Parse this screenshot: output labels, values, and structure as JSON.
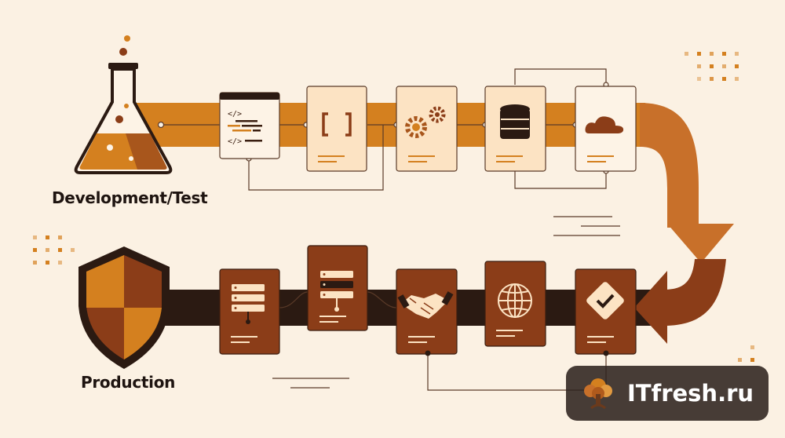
{
  "labels": {
    "development": "Development/Test",
    "production": "Production"
  },
  "watermark": {
    "text": "ITfresh.ru",
    "logo_icon": "tree-logo-icon"
  },
  "pipeline": {
    "development_icon": "flask-icon",
    "production_icon": "shield-icon",
    "development_stages": [
      {
        "icon": "code-editor-icon"
      },
      {
        "icon": "brackets-icon"
      },
      {
        "icon": "gears-icon"
      },
      {
        "icon": "database-icon"
      },
      {
        "icon": "cloud-icon"
      }
    ],
    "production_stages": [
      {
        "icon": "server-rack-icon"
      },
      {
        "icon": "server-rack-icon"
      },
      {
        "icon": "handshake-icon"
      },
      {
        "icon": "globe-icon"
      },
      {
        "icon": "checkmark-icon"
      }
    ]
  },
  "colors": {
    "background": "#fbf1e3",
    "dev_track": "#d4801f",
    "prod_track": "#2b1a12",
    "dev_card": "#fce8cf",
    "prod_card": "#8b3d18",
    "accent": "#c8702a",
    "dark": "#3a1e10"
  }
}
